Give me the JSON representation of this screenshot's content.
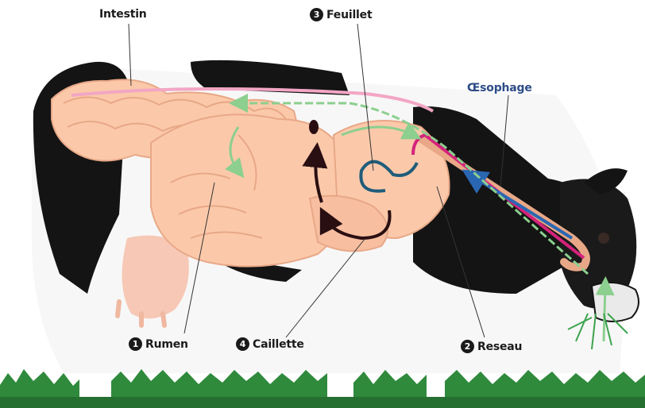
{
  "labels": {
    "intestin": "Intestin",
    "feuillet": "Feuillet",
    "oesophage": "Œsophage",
    "rumen": "Rumen",
    "caillette": "Caillette",
    "reseau": "Reseau"
  },
  "numbers": {
    "feuillet": "3",
    "rumen": "1",
    "caillette": "4",
    "reseau": "2"
  },
  "colors": {
    "cow_black": "#141414",
    "organ_fill": "#fbc9aa",
    "grass": "#2f8a3c",
    "flow_green": "#8ccf8f",
    "flow_magenta": "#d4237b",
    "flow_blue": "#2a67b3",
    "flow_teal": "#1f5c7a",
    "flow_dark": "#2a0f12",
    "label_blue": "#2c4c86"
  }
}
